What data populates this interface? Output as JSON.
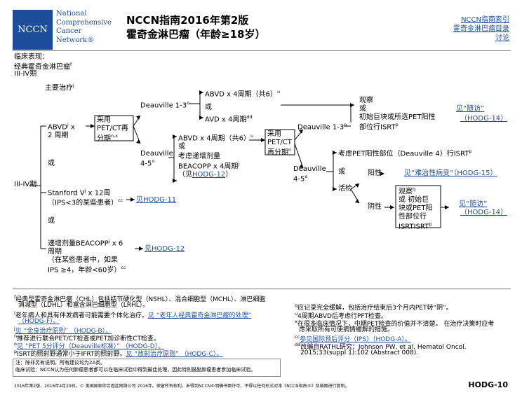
{
  "logo": {
    "abbr": "NCCN",
    "lines": [
      "National",
      "Comprehensive",
      "Cancer",
      "Network®"
    ]
  },
  "header": {
    "title1": "NCCN指南2016年第2版",
    "title2": "霍奇金淋巴瘤（年龄≥18岁）",
    "links": [
      "NCCN指南索引",
      "霍奇金淋巴瘤目录",
      "讨论"
    ]
  },
  "clinical": {
    "l1": "临床表现：",
    "l2": "经典霍奇金淋巴瘤",
    "l2sup": "f",
    "l3": "III-IV期"
  },
  "flow": {
    "primary": "主要治疗",
    "primary_sup": "j",
    "stage": "III-IV期",
    "or1": "或",
    "or2": "或",
    "abvd1": "ABVD",
    "abvd1_sup": "j",
    "abvd1_b": " x",
    "abvd1_c": "2 周期",
    "petct1_a": "采用",
    "petct1_b": "PET/CT再",
    "petct1_c": "分期",
    "petct1_sup": "n,x",
    "d13a": "Deauville 1-3",
    "d13a_sup": "o",
    "d45a_1": "Deauville",
    "d45a_2": "4-5",
    "d45a_sup": "o",
    "abvd4_a": "ABVD x 4周期（共6）",
    "abvd4_a_sup": "u",
    "or_a": "或",
    "avd4": "AVD x 4周期",
    "avd4_sup": "dd",
    "abvd4_b": "ABVD x 4周期（共6）",
    "abvd4_b_sup": "u",
    "or_b": "或",
    "escal1": "考虑递增剂量",
    "escal2": "BEACOPP x 4周期",
    "escal2_sup": "j",
    "escal3a": "（见",
    "escal3b": "HODG-12",
    "escal3c": "）",
    "petct2_a": "采用",
    "petct2_b": "PET/CT",
    "petct2_c": "再分期",
    "petct2_sup": "n",
    "d13b": "Deauville 1-3",
    "d13b_sup": "o",
    "obs1": "观察",
    "obs2": "或",
    "obs3": "初始巨块或所选PET阳性",
    "obs4": "部位行ISRT",
    "obs4_sup": "p",
    "see1": "见“随访”",
    "see1b": "（HODG-14）",
    "consider": "考虑PET阳性部位（Deauville 4）行ISRT",
    "consider_sup": "p",
    "d45b_1": "Deauville",
    "d45b_2": "4-5",
    "d45b_sup": "o",
    "or_c": "或",
    "biopsy": "活检",
    "positive": "阳性",
    "see2": "见“难治性病变”（HODG-15）",
    "negative": "阴性",
    "neg1": "观察",
    "neg1_sup": "q",
    "neg2": "或 初始巨",
    "neg3": "块或PET阳",
    "neg4": "性部位行",
    "neg5": "ISRTISRT",
    "neg5_sup": "p",
    "see3": "见“随访”",
    "see3b": "（HODG-14）",
    "stanford1": "Stanford V",
    "stanford1_sup": "j",
    "stanford1_b": " x 12周",
    "stanford2": "（IPS<3的某些患者）",
    "stanford2_sup": "cc",
    "see4": "见HODG-11",
    "beacopp1": "递增剂量BEACOPP",
    "beacopp1_sup": "j",
    "beacopp1_b": " x 6",
    "beacopp2": "周期",
    "beacopp3": "（在某些患者中，如果",
    "beacopp4": "IPS ≥4，年龄<60岁）",
    "beacopp4_sup": "cc",
    "see5": "见HODG-12"
  },
  "footnotes_left": [
    {
      "k": "f",
      "t": "经典型霍奇金淋巴瘤（CHL）包括结节硬化型（NSHL）、混合细胞型（MCHL）、淋巴细胞"
    },
    {
      "k": "",
      "t": "消减型（LDHL）和富含淋巴细胞型（LRHL）。"
    },
    {
      "k": "i",
      "t": "老年病人和具有伴发病者可能需要个体化治疗。",
      "l": "见 “老年人经典霍奇金淋巴瘤的处理”"
    },
    {
      "k": "",
      "t": "",
      "l": "（HODG-F）。"
    },
    {
      "k": "j",
      "t": "",
      "l": "见 “全身治疗原则” （HODG-B）。"
    },
    {
      "k": "n",
      "t": "推荐进行联合PET/CT检查或PET加诊断性CT检查。"
    },
    {
      "k": "o",
      "t": "",
      "l": "见 “PET 5分评分（Deauville标准）” （HODG-D）。"
    },
    {
      "k": "p",
      "t": "ISRT的照射野通常小于IFRT的照射野。",
      "l": "见 “放射治疗原则” （HODG-C）。"
    }
  ],
  "footnotes_right": [
    {
      "k": "q",
      "t": "应记录完全缓解，包括治疗结束后3个月内PET转“阴”。"
    },
    {
      "k": "u",
      "t": "4周期ABVD后考虑行PFT检查。"
    },
    {
      "k": "x",
      "t": "在很多临床情况下，中期PET检查的价值并不清楚。 在治疗决策时应考"
    },
    {
      "k": "",
      "t": "虑采取所有可使病情缓解的措施。"
    },
    {
      "k": "cc",
      "t": "",
      "l": "参见国际预后评分（IPS）（HODG-A）。"
    },
    {
      "k": "dd",
      "t": "改编自RATHL研究：Johnson PW, et al. Hematol Oncol."
    },
    {
      "k": "",
      "t": "2015;33(suppl 1):102 (Abstract 008)."
    }
  ],
  "note": {
    "l1": "注：除非另有说明，所有建议均为2A类。",
    "l2": "临床试验：NCCN认为任何肿瘤患者都可以在临床试验中得到最佳处理，因此特别鼓励肿瘤患者参加临床试验。"
  },
  "bottom": {
    "copyright": "2016年第2版，2016年4月29日。© 美国国家综合癌症网络公司 2016年。保留所有权利。未得到NCCN®明确书面许可，不得以任何形式对本《NCCN指南®》及插图进行复制。",
    "page": "HODG-10"
  }
}
